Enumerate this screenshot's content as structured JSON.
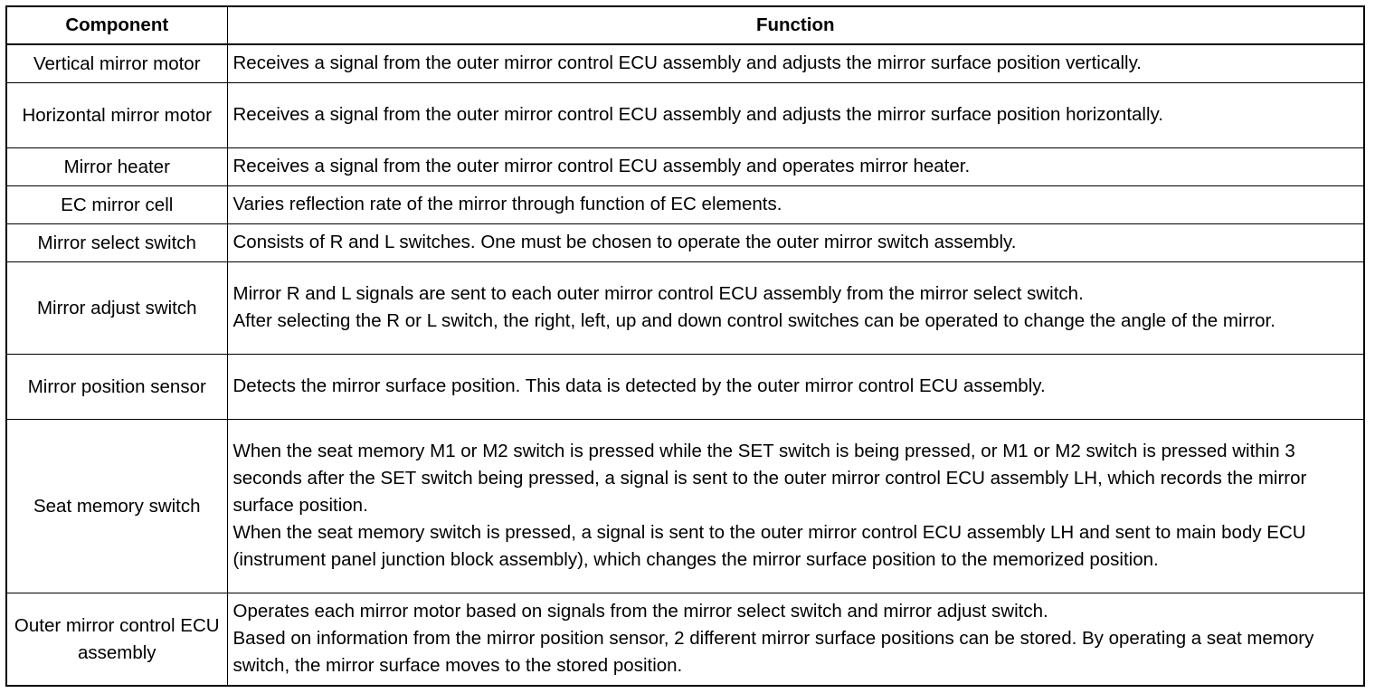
{
  "table": {
    "headers": [
      "Component",
      "Function"
    ],
    "rows": [
      {
        "component": "Vertical mirror motor",
        "function": [
          "Receives a signal from the outer mirror control ECU assembly and adjusts the mirror surface position vertically."
        ]
      },
      {
        "component": "Horizontal mirror motor",
        "function": [
          "Receives a signal from the outer mirror control ECU assembly and adjusts the mirror surface position horizontally."
        ]
      },
      {
        "component": "Mirror heater",
        "function": [
          "Receives a signal from the outer mirror control ECU assembly and operates mirror heater."
        ]
      },
      {
        "component": "EC mirror cell",
        "function": [
          "Varies reflection rate of the mirror through function of EC elements."
        ]
      },
      {
        "component": "Mirror select switch",
        "function": [
          "Consists of R and L switches. One must be chosen to operate the outer mirror switch assembly."
        ]
      },
      {
        "component": "Mirror adjust switch",
        "function": [
          "Mirror R and L signals are sent to each outer mirror control ECU assembly from the mirror select switch.",
          "After selecting the R or L switch, the right, left, up and down control switches can be operated to change the angle of the mirror."
        ]
      },
      {
        "component": "Mirror position sensor",
        "function": [
          "Detects the mirror surface position. This data is detected by the outer mirror control ECU assembly."
        ]
      },
      {
        "component": "Seat memory switch",
        "function": [
          "When the seat memory M1 or M2 switch is pressed while the SET switch is being pressed, or M1 or M2 switch is pressed within 3 seconds after the SET switch being pressed, a signal is sent to the outer mirror control ECU assembly LH, which records the mirror surface position.",
          "When the seat memory switch is pressed, a signal is sent to the outer mirror control ECU assembly LH and sent to main body ECU (instrument panel junction block assembly), which changes the mirror surface position to the memorized position."
        ]
      },
      {
        "component": "Outer mirror control ECU assembly",
        "function": [
          "Operates each mirror motor based on signals from the mirror select switch and mirror adjust switch.",
          "Based on information from the mirror position sensor, 2 different mirror surface positions can be stored. By operating a seat memory switch, the mirror surface moves to the stored position."
        ]
      }
    ]
  }
}
